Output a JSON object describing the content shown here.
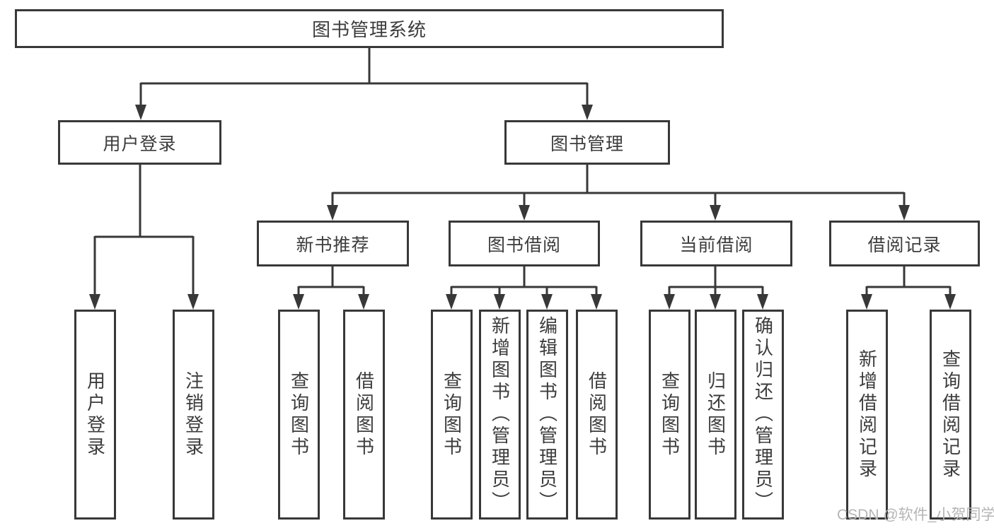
{
  "diagram": {
    "root": {
      "label": "图书管理系统"
    },
    "branches": {
      "user_login": {
        "label": "用户登录",
        "children": [
          "用户登录",
          "注销登录"
        ]
      },
      "book_mgmt": {
        "label": "图书管理"
      }
    },
    "modules": [
      {
        "label": "新书推荐",
        "children": [
          "查询图书",
          "借阅图书"
        ]
      },
      {
        "label": "图书借阅",
        "children": [
          "查询图书",
          "新增图书（管理员）",
          "编辑图书（管理员）",
          "借阅图书"
        ]
      },
      {
        "label": "当前借阅",
        "children": [
          "查询图书",
          "归还图书",
          "确认归还（管理员）"
        ]
      },
      {
        "label": "借阅记录",
        "children": [
          "新增借阅记录",
          "查询借阅记录"
        ]
      }
    ]
  },
  "watermark": {
    "text": "CSDN @软件_小贺同学"
  },
  "colors": {
    "line": "#383838",
    "text": "#3c3c3c",
    "watermark": "#b5b5b5",
    "background": "#ffffff"
  }
}
